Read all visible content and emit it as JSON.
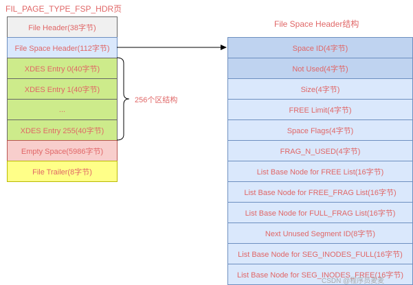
{
  "left_title": "FIL_PAGE_TYPE_FSP_HDR页",
  "right_title": "File Space Header结构",
  "left_blocks": [
    {
      "label": "File Header(38字节)",
      "style": "gray"
    },
    {
      "label": "File  Space Header(112字节)",
      "style": "blue"
    },
    {
      "label": "XDES Entry 0(40字节)",
      "style": "green"
    },
    {
      "label": "XDES Entry 1(40字节)",
      "style": "green"
    },
    {
      "label": "...",
      "style": "green"
    },
    {
      "label": "XDES Entry 255(40字节)",
      "style": "green"
    },
    {
      "label": "Empty Space(5986字节)",
      "style": "pink"
    },
    {
      "label": "File Trailer(8字节)",
      "style": "yellow"
    }
  ],
  "brace_label": "256个区结构",
  "right_fields": [
    "Space ID(4字节)",
    "Not Used(4字节)",
    "Size(4字节)",
    "FREE Limit(4字节)",
    "Space Flags(4字节)",
    "FRAG_N_USED(4字节)",
    "List Base Node for FREE List(16字节)",
    "List Base Node for FREE_FRAG List(16字节)",
    "List Base Node for FULL_FRAG List(16字节)",
    "Next Unused Segment ID(8字节)",
    "List Base Node for SEG_INODES_FULL(16字节)",
    "List Base Node for SEG_INODES_FREE(16字节)"
  ],
  "watermark": "CSDN @程序员麦麦"
}
